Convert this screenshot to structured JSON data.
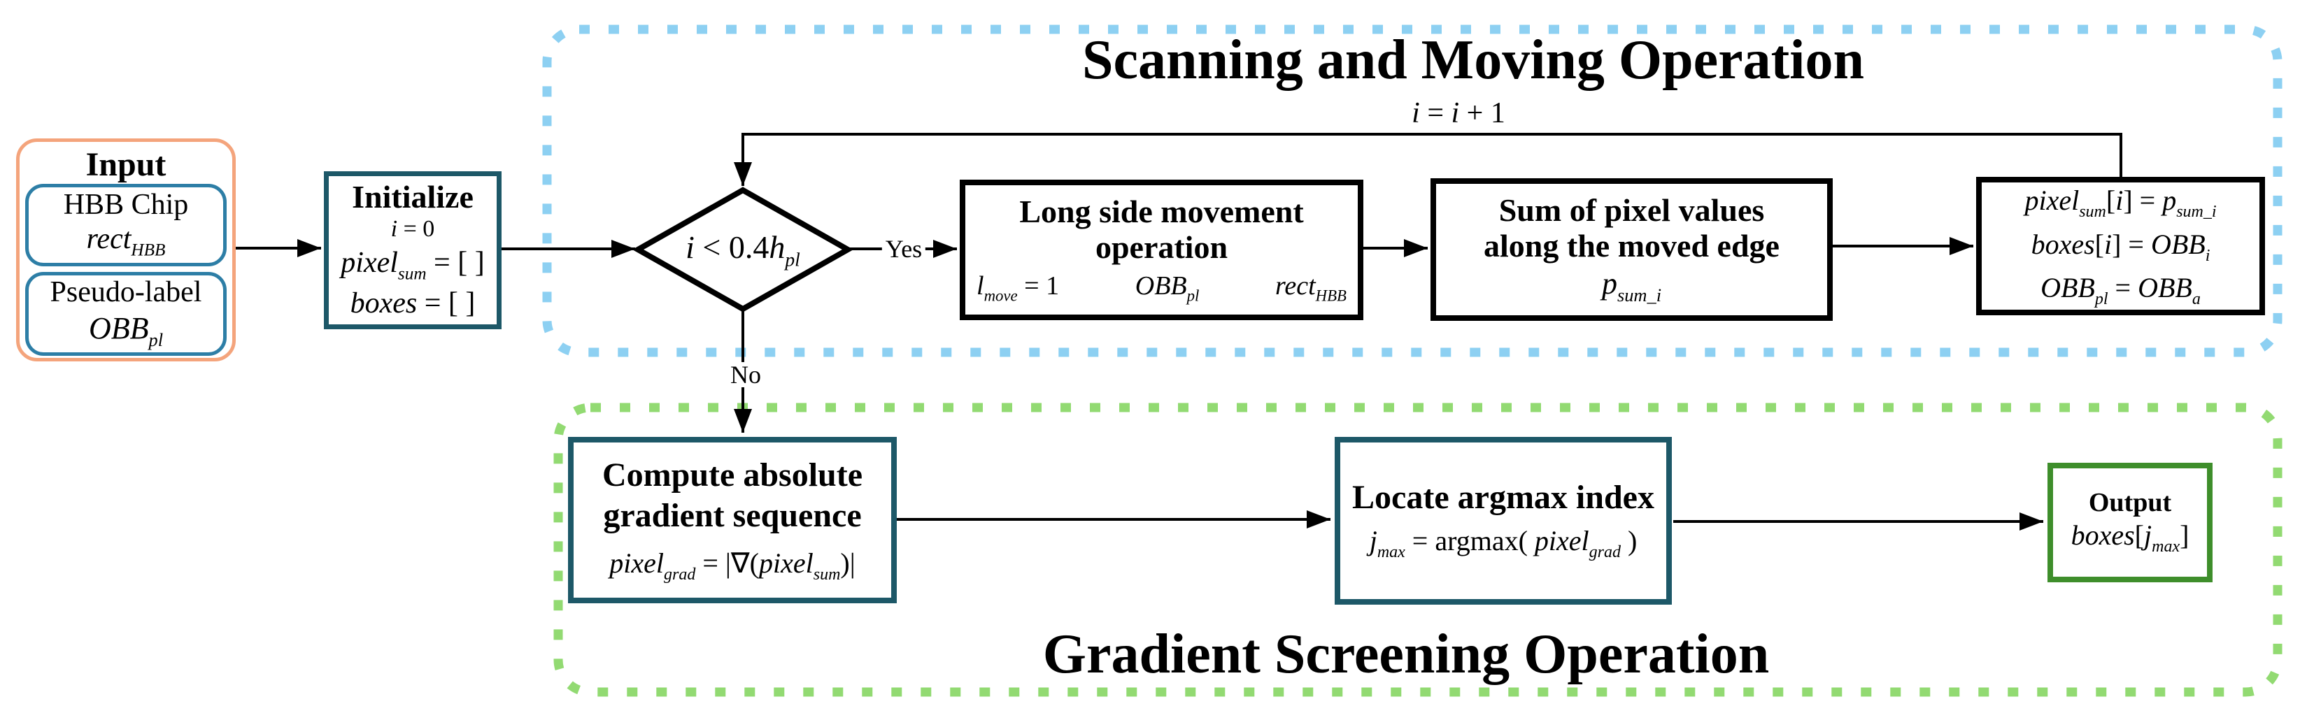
{
  "titles": {
    "scanning": "Scanning and Moving Operation",
    "gradient": "Gradient Screening Operation"
  },
  "labels": {
    "yes": "Yes",
    "no": "No"
  },
  "loop_increment": [
    {
      "t": "i"
    },
    {
      "t": " = ",
      "rm": true
    },
    {
      "t": "i"
    },
    {
      "t": " + 1",
      "rm": true
    }
  ],
  "input": {
    "title": "Input",
    "hbb": {
      "line1": "HBB Chip",
      "formula": [
        {
          "t": "rect"
        },
        {
          "t": "HBB",
          "sub": true
        }
      ]
    },
    "pseudo": {
      "line1": "Pseudo-label",
      "formula": [
        {
          "t": "OBB"
        },
        {
          "t": "pl",
          "sub": true
        }
      ]
    }
  },
  "initialize": {
    "title": "Initialize",
    "f1": [
      {
        "t": "i"
      },
      {
        "t": " = 0",
        "rm": true
      }
    ],
    "f2": [
      {
        "t": "pixel"
      },
      {
        "t": "sum",
        "sub": true
      },
      {
        "t": " = [ ]",
        "rm": true
      }
    ],
    "f3": [
      {
        "t": "boxes"
      },
      {
        "t": " = [ ]",
        "rm": true
      }
    ]
  },
  "decision": {
    "formula": [
      {
        "t": "i"
      },
      {
        "t": " < 0.4",
        "rm": true
      },
      {
        "t": "h"
      },
      {
        "t": "pl",
        "sub": true
      }
    ]
  },
  "long_side": {
    "title1": "Long side movement",
    "title2": "operation",
    "f1": [
      {
        "t": "l"
      },
      {
        "t": "move",
        "sub": true
      },
      {
        "t": " = 1",
        "rm": true
      }
    ],
    "f2": [
      {
        "t": "OBB"
      },
      {
        "t": "pl",
        "sub": true
      }
    ],
    "f3": [
      {
        "t": "rect"
      },
      {
        "t": "HBB",
        "sub": true
      }
    ]
  },
  "pixel_sum_box": {
    "title1": "Sum of pixel values",
    "title2": "along the moved edge",
    "formula": [
      {
        "t": "p"
      },
      {
        "t": "sum_i",
        "sub": true
      }
    ]
  },
  "update_box": {
    "f1": [
      {
        "t": "pixel"
      },
      {
        "t": "sum",
        "sub": true
      },
      {
        "t": "[",
        "rm": true
      },
      {
        "t": "i"
      },
      {
        "t": "] = ",
        "rm": true
      },
      {
        "t": "p"
      },
      {
        "t": "sum_i",
        "sub": true
      }
    ],
    "f2": [
      {
        "t": "boxes"
      },
      {
        "t": "[",
        "rm": true
      },
      {
        "t": "i"
      },
      {
        "t": "] = ",
        "rm": true
      },
      {
        "t": "OBB"
      },
      {
        "t": "i",
        "sub": true
      }
    ],
    "f3": [
      {
        "t": "OBB"
      },
      {
        "t": "pl",
        "sub": true
      },
      {
        "t": " = ",
        "rm": true
      },
      {
        "t": "OBB"
      },
      {
        "t": "a",
        "sub": true
      }
    ]
  },
  "compute": {
    "title1": "Compute absolute",
    "title2": "gradient sequence",
    "formula": [
      {
        "t": "pixel"
      },
      {
        "t": "grad",
        "sub": true
      },
      {
        "t": " = |∇(",
        "rm": true
      },
      {
        "t": "pixel"
      },
      {
        "t": "sum",
        "sub": true
      },
      {
        "t": ")|",
        "rm": true
      }
    ]
  },
  "locate": {
    "title": "Locate argmax index",
    "formula": [
      {
        "t": "j"
      },
      {
        "t": "max",
        "sub": true
      },
      {
        "t": " = argmax( ",
        "rm": true
      },
      {
        "t": "pixel"
      },
      {
        "t": "grad",
        "sub": true
      },
      {
        "t": " )",
        "rm": true
      }
    ]
  },
  "output": {
    "title": "Output",
    "formula": [
      {
        "t": "boxes"
      },
      {
        "t": "[",
        "rm": true
      },
      {
        "t": "j"
      },
      {
        "t": "max",
        "sub": true
      },
      {
        "t": "]",
        "rm": true
      }
    ]
  },
  "colors": {
    "scanning_dash": "#8dd0f2",
    "gradient_dash": "#92da72",
    "teal_border": "#1d5868",
    "input_outer_border": "#f4a47c",
    "input_inner_border": "#2d7ea6",
    "output_border": "#3e8e2b",
    "connector": "#000000"
  }
}
